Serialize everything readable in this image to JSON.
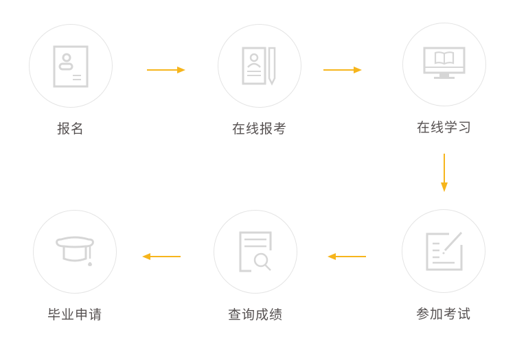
{
  "diagram": {
    "title": "",
    "accent_color": "#f6b51c",
    "icon_color": "#d6d6d6",
    "steps": [
      {
        "label": "报名",
        "icon": "registration-form-icon"
      },
      {
        "label": "在线报考",
        "icon": "application-form-pen-icon"
      },
      {
        "label": "在线学习",
        "icon": "monitor-book-icon"
      },
      {
        "label": "参加考试",
        "icon": "exam-paper-edit-icon"
      },
      {
        "label": "查询成绩",
        "icon": "document-search-icon"
      },
      {
        "label": "毕业申请",
        "icon": "graduation-cap-icon"
      }
    ],
    "flow": [
      {
        "from": "报名",
        "to": "在线报考",
        "direction": "right"
      },
      {
        "from": "在线报考",
        "to": "在线学习",
        "direction": "right"
      },
      {
        "from": "在线学习",
        "to": "参加考试",
        "direction": "down"
      },
      {
        "from": "参加考试",
        "to": "查询成绩",
        "direction": "left"
      },
      {
        "from": "查询成绩",
        "to": "毕业申请",
        "direction": "left"
      }
    ]
  }
}
